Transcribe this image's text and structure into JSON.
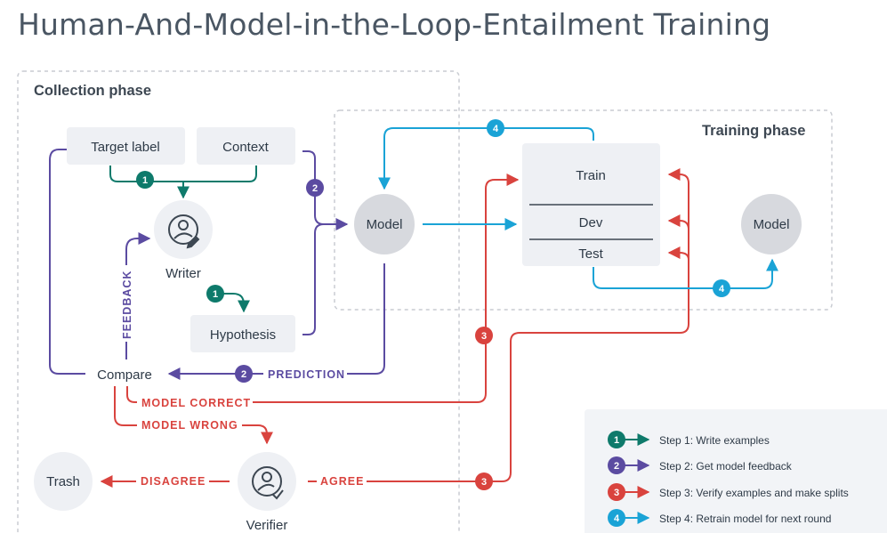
{
  "title": "Human-And-Model-in-the-Loop-Entailment Training",
  "phases": {
    "collection": "Collection phase",
    "training": "Training phase"
  },
  "nodes": {
    "target_label": "Target label",
    "context": "Context",
    "writer": "Writer",
    "hypothesis": "Hypothesis",
    "model_collection": "Model",
    "compare": "Compare",
    "train": "Train",
    "dev": "Dev",
    "test": "Test",
    "model_training": "Model",
    "trash": "Trash",
    "verifier": "Verifier"
  },
  "edge_labels": {
    "feedback": "FEEDBACK",
    "prediction": "PREDICTION",
    "model_correct": "MODEL CORRECT",
    "model_wrong": "MODEL WRONG",
    "disagree": "DISAGREE",
    "agree": "AGREE"
  },
  "step_badges": [
    "1",
    "2",
    "3",
    "4"
  ],
  "legend": [
    {
      "step": "1",
      "label": "Step 1: Write examples",
      "color": "#0e7a6b"
    },
    {
      "step": "2",
      "label": "Step 2: Get model feedback",
      "color": "#5b4ba1"
    },
    {
      "step": "3",
      "label": "Step 3: Verify examples and make splits",
      "color": "#d9433e"
    },
    {
      "step": "4",
      "label": "Step 4: Retrain model for next round",
      "color": "#1aa3d6"
    }
  ],
  "colors": {
    "teal": "#0e7a6b",
    "purple": "#5b4ba1",
    "red": "#d9433e",
    "cyan": "#1aa3d6",
    "box": "#eef0f4",
    "circle": "#d7d9de"
  }
}
